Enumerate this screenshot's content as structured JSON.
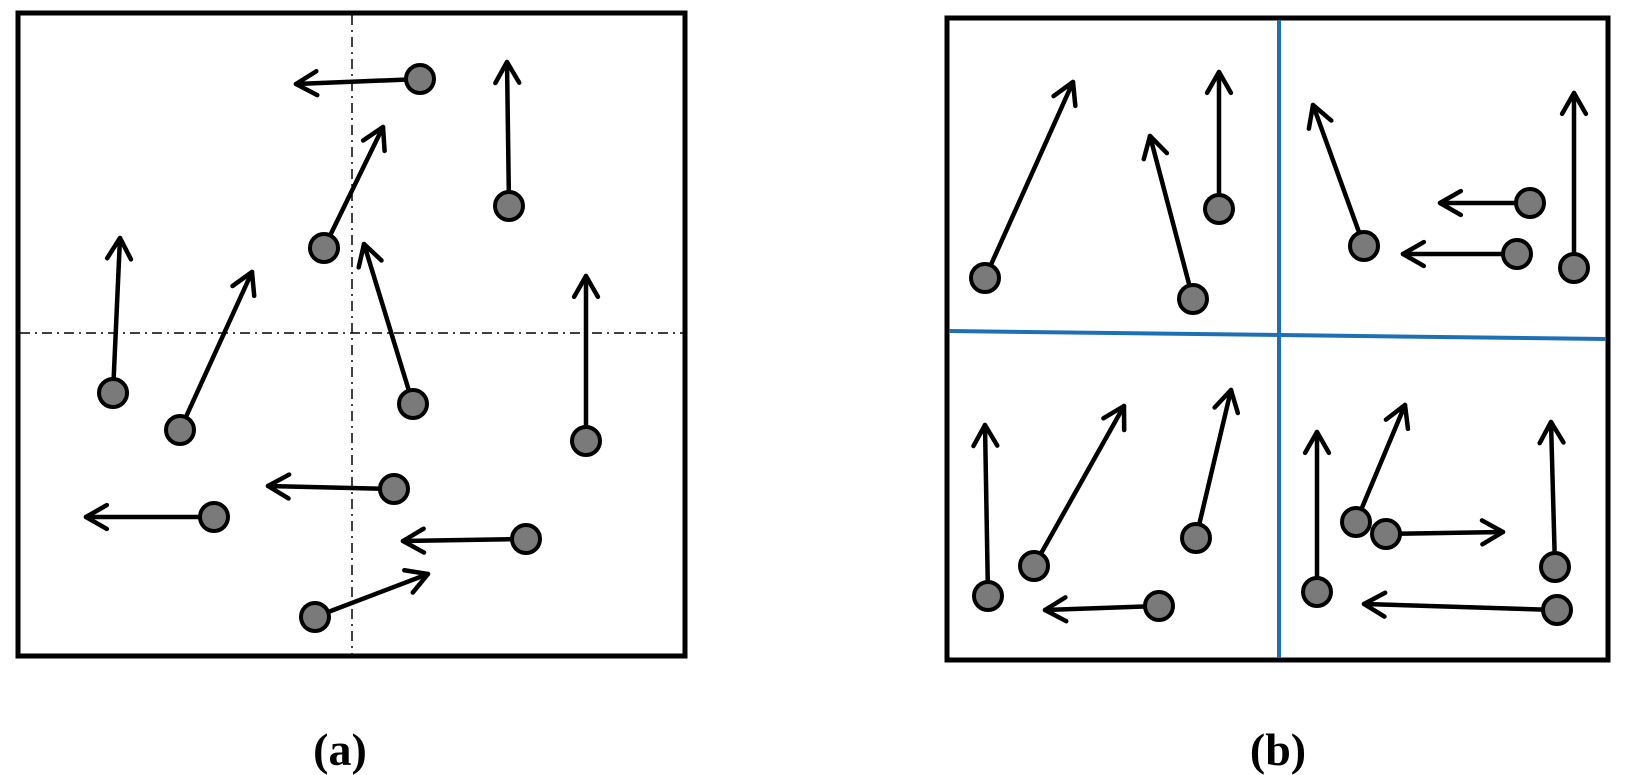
{
  "panels": [
    {
      "id": "a",
      "caption": "(a)",
      "divider_style": "dash-dot"
    },
    {
      "id": "b",
      "caption": "(b)",
      "divider_style": "solid"
    }
  ],
  "colors": {
    "frame": "#000000",
    "particle_fill": "#7a7a7a",
    "particle_stroke": "#000000",
    "arrow": "#000000",
    "divider_a": "#000000",
    "divider_b": "#1f6fb5"
  }
}
